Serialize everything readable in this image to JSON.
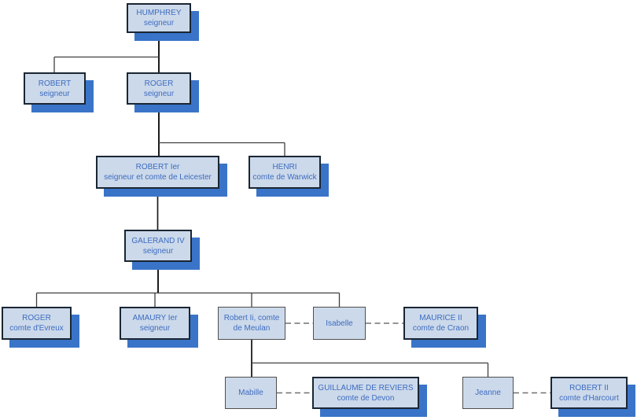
{
  "diagram": {
    "type": "family-tree-org-chart",
    "colors": {
      "node_fill": "#ccd9ea",
      "node_border_strong": "#1a2633",
      "node_border_plain": "#4f4f4f",
      "node_text": "#3d6cc0",
      "node_shadow": "#3a74c8",
      "connector_line": "#3f3f3f",
      "connector_stem": "#1c1c1c",
      "dashed_line": "#707070",
      "background": "#ffffff"
    }
  },
  "nodes": {
    "humphrey": {
      "name": "HUMPHREY",
      "subtitle": "seigneur"
    },
    "robert": {
      "name": "ROBERT",
      "subtitle": "seigneur"
    },
    "roger": {
      "name": "ROGER",
      "subtitle": "seigneur"
    },
    "robert_ier": {
      "name": "ROBERT Ier",
      "subtitle": "seigneur et comte de Leicester"
    },
    "henri": {
      "name": "HENRI",
      "subtitle": "comte de Warwick"
    },
    "galerand_iv": {
      "name": "GALERAND IV",
      "subtitle": "seigneur"
    },
    "roger_evreux": {
      "name": "ROGER",
      "subtitle": "comte d'Evreux"
    },
    "amaury_ier": {
      "name": "AMAURY Ier",
      "subtitle": "seigneur"
    },
    "robert_meulan": {
      "name": "Robert Ii, comte de Meulan"
    },
    "isabelle": {
      "name": "Isabelle"
    },
    "maurice_ii": {
      "name": "MAURICE II",
      "subtitle": "comte de Craon"
    },
    "mabille": {
      "name": "Mabille"
    },
    "guillaume": {
      "name": "GUILLAUME DE REVIERS",
      "subtitle": "comte de Devon"
    },
    "jeanne": {
      "name": "Jeanne"
    },
    "robert_ii_harcourt": {
      "name": "ROBERT II",
      "subtitle": "comte d'Harcourt"
    }
  },
  "relations": [
    {
      "from": "humphrey",
      "to": "robert",
      "style": "solid"
    },
    {
      "from": "humphrey",
      "to": "roger",
      "style": "solid"
    },
    {
      "from": "roger",
      "to": "robert_ier",
      "style": "solid"
    },
    {
      "from": "roger",
      "to": "henri",
      "style": "solid"
    },
    {
      "from": "robert_ier",
      "to": "galerand_iv",
      "style": "solid"
    },
    {
      "from": "galerand_iv",
      "to": "roger_evreux",
      "style": "solid"
    },
    {
      "from": "galerand_iv",
      "to": "amaury_ier",
      "style": "solid"
    },
    {
      "from": "galerand_iv",
      "to": "robert_meulan",
      "style": "solid"
    },
    {
      "from": "galerand_iv",
      "to": "isabelle",
      "style": "solid"
    },
    {
      "from": "robert_meulan",
      "to": "mabille",
      "style": "solid"
    },
    {
      "from": "robert_meulan",
      "to": "jeanne",
      "style": "solid"
    },
    {
      "from": "robert_meulan",
      "to": "isabelle",
      "style": "dashed"
    },
    {
      "from": "isabelle",
      "to": "maurice_ii",
      "style": "dashed"
    },
    {
      "from": "mabille",
      "to": "guillaume",
      "style": "dashed"
    },
    {
      "from": "jeanne",
      "to": "robert_ii_harcourt",
      "style": "dashed"
    }
  ]
}
